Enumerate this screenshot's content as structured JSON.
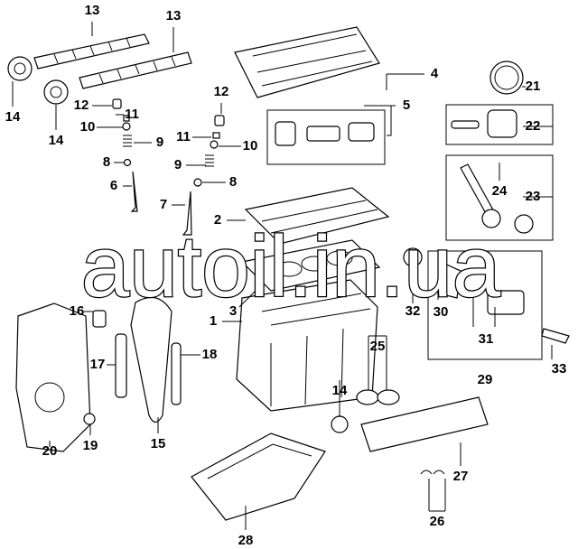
{
  "watermark": "autoil.in.ua",
  "labels": [
    "13",
    "13",
    "14",
    "14",
    "12",
    "11",
    "10",
    "9",
    "8",
    "6",
    "12",
    "11",
    "10",
    "9",
    "8",
    "7",
    "2",
    "3",
    "1",
    "4",
    "5",
    "21",
    "22",
    "23",
    "24",
    "32",
    "30",
    "31",
    "29",
    "33",
    "25",
    "14",
    "16",
    "17",
    "18",
    "15",
    "19",
    "20",
    "27",
    "26",
    "28"
  ]
}
